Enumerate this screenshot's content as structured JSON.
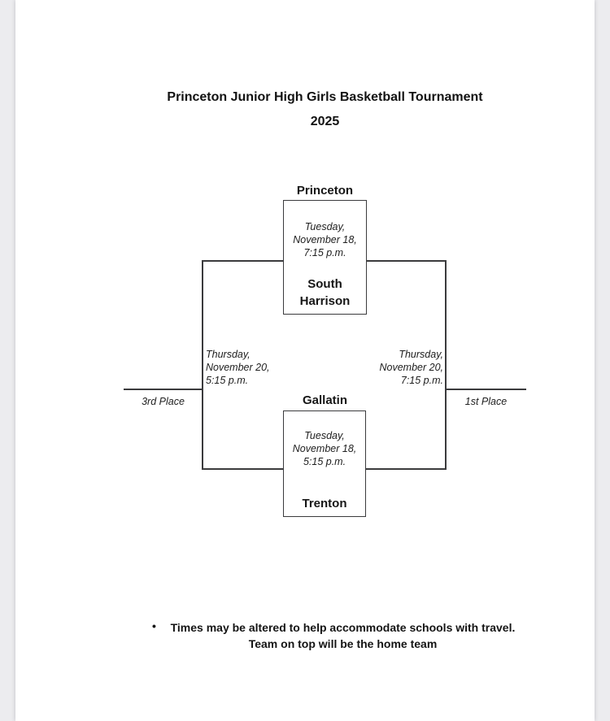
{
  "document": {
    "title": "Princeton Junior High Girls Basketball Tournament",
    "year": "2025"
  },
  "bracket": {
    "semifinal_top": {
      "team_top": "Princeton",
      "time": "Tuesday,\nNovember 18,\n7:15 p.m.",
      "team_bottom": "South\nHarrison"
    },
    "semifinal_bottom": {
      "team_top": "Gallatin",
      "time": "Tuesday,\nNovember 18,\n5:15 p.m.",
      "team_bottom": "Trenton"
    },
    "third_place_game": {
      "time": "Thursday,\nNovember 20,\n5:15 p.m.",
      "label": "3rd Place"
    },
    "championship_game": {
      "time": "Thursday,\nNovember 20,\n7:15 p.m.",
      "label": "1st Place"
    }
  },
  "notes": {
    "bullet": "•",
    "line1": "Times may be altered to help accommodate schools with travel.",
    "line2": "Team on top will be the home team"
  },
  "colors": {
    "canvas_background": "#ececef",
    "page_background": "#ffffff",
    "line": "#3b3b3d",
    "text": "#161616"
  }
}
